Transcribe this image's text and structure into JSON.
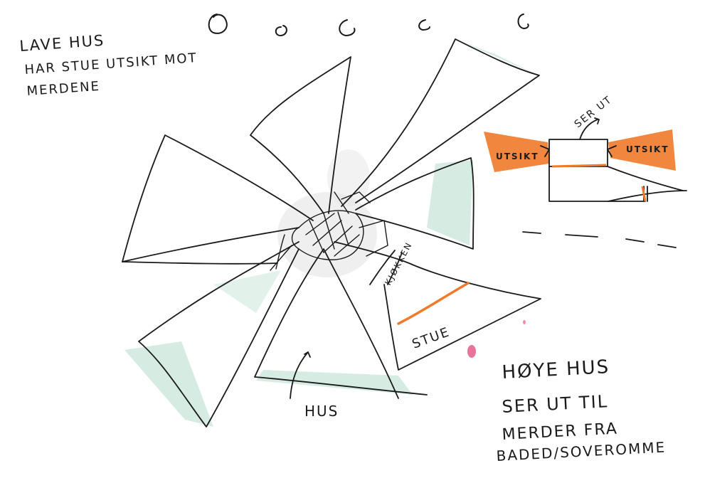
{
  "notes": {
    "low_houses": [
      "LAVE HUS",
      "HAR STUE UTSIKT MOT",
      "MERDENE"
    ],
    "high_houses": [
      "HØYE HUS",
      "SER UT TIL",
      "MERDER FRA",
      "BADED/SOVEROMME"
    ]
  },
  "labels": {
    "hus": "HUS",
    "stue": "STUE",
    "kjokken": "KJØKKEN",
    "ser_ut": "SER UT",
    "utsikt_left": "UTSIKT",
    "utsikt_right": "UTSIKT"
  },
  "colors": {
    "ink": "#1a1a1a",
    "mint": "#cfe9de",
    "orange": "#f07a2a",
    "grey_wash": "#d9d9d9",
    "pink": "#e0457a"
  }
}
